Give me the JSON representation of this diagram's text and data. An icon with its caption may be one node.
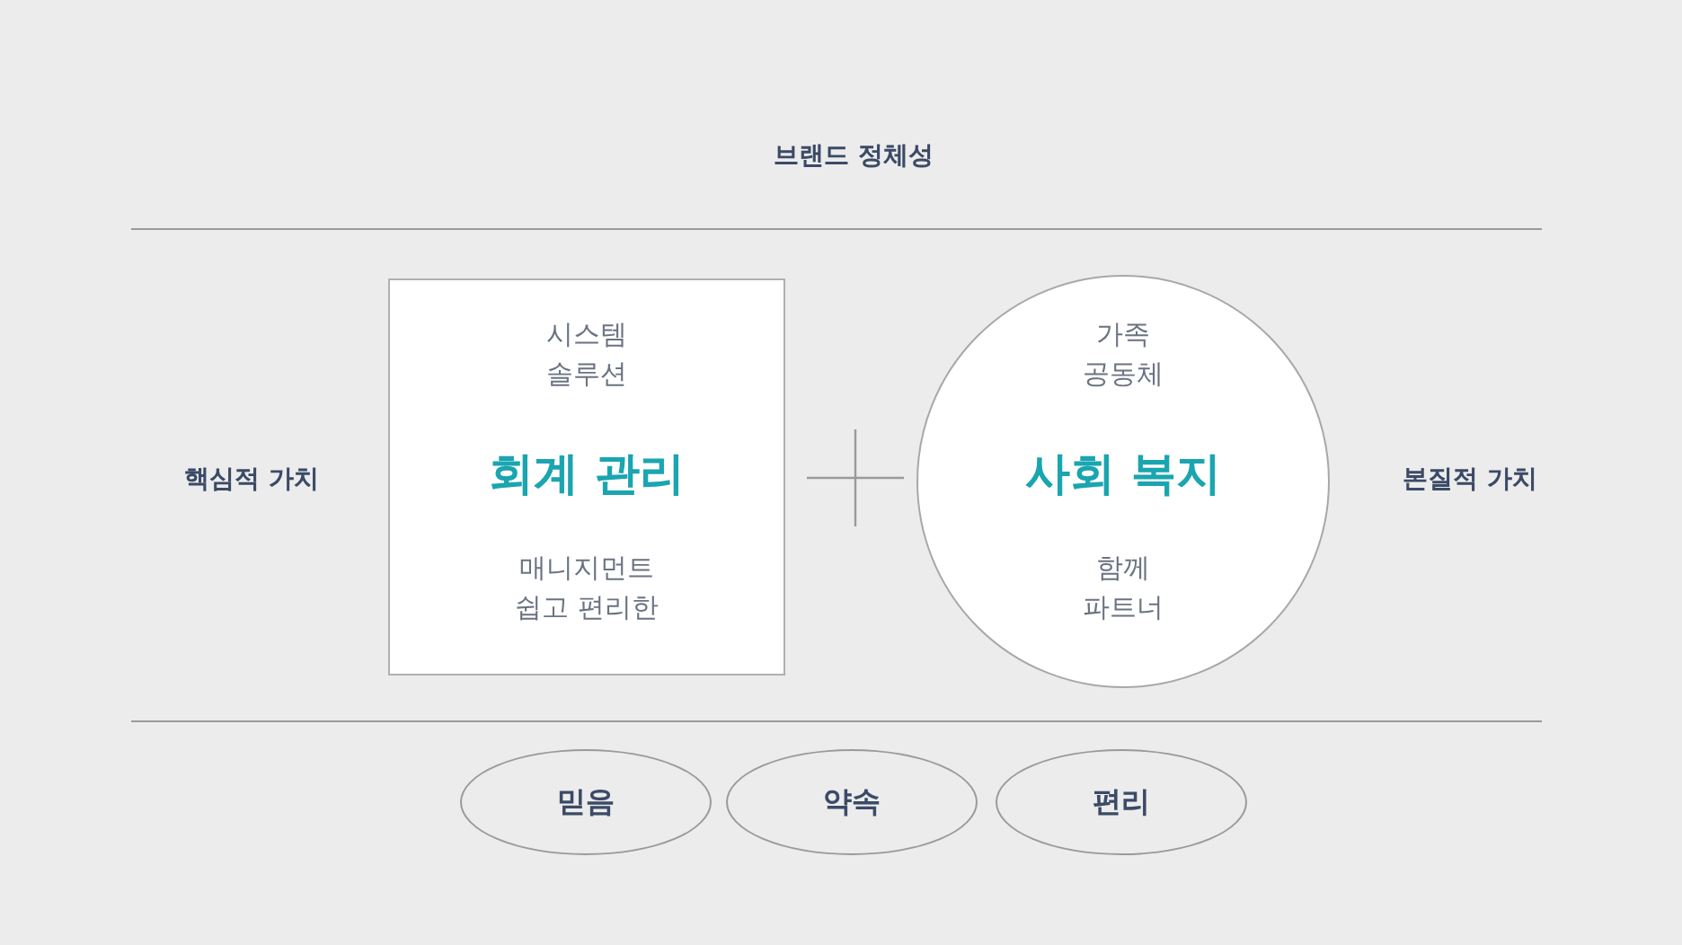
{
  "diagram": {
    "title": "브랜드 정체성",
    "nodes": [
      {
        "text": [
          "시스템 솔루션",
          "회계 관리",
          "매니지먼트 쉽고 편리한"
        ]
      },
      {
        "text": [
          "가족 공동체",
          "사회 복지",
          "함께 파트너"
        ]
      },
      {
        "text": [
          "믿음"
        ]
      },
      {
        "text": [
          "약속"
        ]
      },
      {
        "text": [
          "편리"
        ]
      }
    ],
    "labels": [
      "핵심적 가치",
      "본질적 가치"
    ]
  }
}
